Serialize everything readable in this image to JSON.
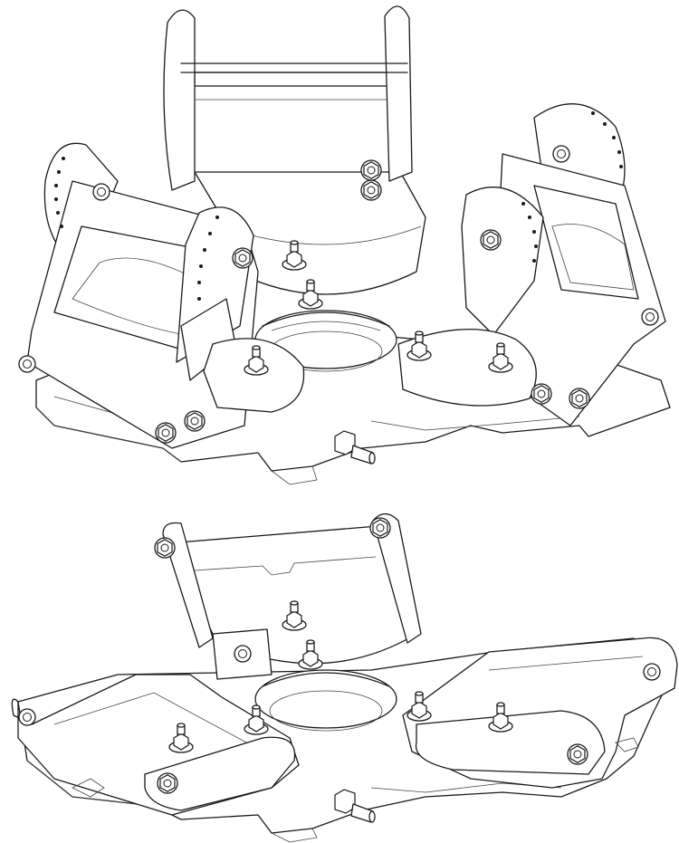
{
  "figure": {
    "views": [
      {
        "id": "top-view",
        "state": "deployed"
      },
      {
        "id": "bottom-view",
        "state": "folded"
      }
    ]
  },
  "colors": {
    "line": "#1a1a1a",
    "background": "#ffffff"
  },
  "icons": [
    "hex-nut-icon",
    "bolt-icon",
    "pivot-pin-icon"
  ]
}
